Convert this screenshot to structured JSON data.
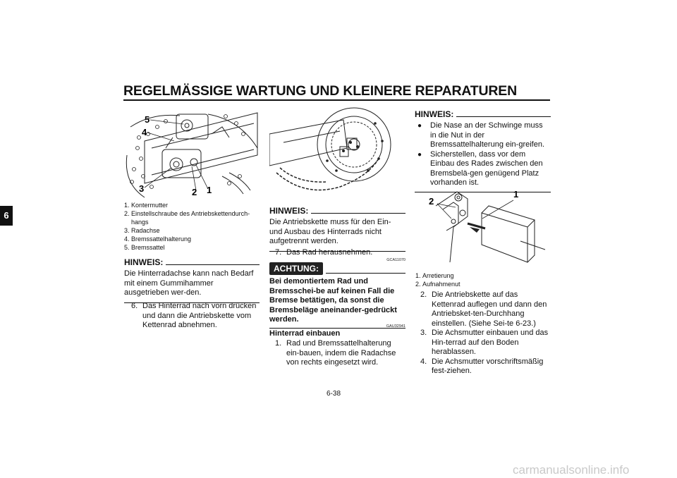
{
  "header": {
    "title": "REGELMÄSSIGE WARTUNG UND KLEINERE REPARATUREN",
    "chapter": "6"
  },
  "figure1": {
    "labels": [
      "5",
      "4",
      "3",
      "2",
      "1"
    ],
    "captions": [
      {
        "n": "1.",
        "t": "Kontermutter"
      },
      {
        "n": "2.",
        "t": "Einstellschraube des Antriebskettendurch-hangs"
      },
      {
        "n": "3.",
        "t": "Radachse"
      },
      {
        "n": "4.",
        "t": "Bremssattelhalterung"
      },
      {
        "n": "5.",
        "t": "Bremssattel"
      }
    ]
  },
  "col1": {
    "hinweis_label": "HINWEIS:",
    "hinweis_text": "Die Hinterradachse kann nach Bedarf mit einem Gummihammer ausgetrieben wer-den.",
    "step6_n": "6.",
    "step6_text": "Das Hinterrad nach vorn drücken und dann die Antriebskette vom Kettenrad abnehmen."
  },
  "col2": {
    "hinweis_label": "HINWEIS:",
    "hinweis_text": "Die Antriebskette muss für den Ein- und Ausbau des Hinterrads nicht aufgetrennt werden.",
    "step7_n": "7.",
    "step7_text": "Das Rad herausnehmen.",
    "code1": "GCA11070",
    "achtung_label": "ACHTUNG:",
    "achtung_text": "Bei demontiertem Rad und Bremsschei-be auf keinen Fall die Bremse betätigen, da sonst die Bremsbeläge aneinander-gedrückt werden.",
    "code2": "GAU32941",
    "section_title": "Hinterrad einbauen",
    "step1_n": "1.",
    "step1_text": "Rad und Bremssattelhalterung ein-bauen, indem die Radachse von rechts eingesetzt wird."
  },
  "col3": {
    "hinweis_label": "HINWEIS:",
    "bullets": [
      "Die Nase an der Schwinge muss in die Nut in der Bremssattelhalterung ein-greifen.",
      "Sicherstellen, dass vor dem Einbau des Rades zwischen den Bremsbelä-gen genügend Platz vorhanden ist."
    ],
    "figure_labels": [
      "2",
      "1"
    ],
    "captions": [
      {
        "n": "1.",
        "t": "Arretierung"
      },
      {
        "n": "2.",
        "t": "Aufnahmenut"
      }
    ],
    "steps": [
      {
        "n": "2.",
        "t": "Die Antriebskette auf das Kettenrad auflegen und dann den Antriebsket-ten-Durchhang einstellen. (Siehe Sei-te 6-23.)"
      },
      {
        "n": "3.",
        "t": "Die Achsmutter einbauen und das Hin-terrad auf den Boden herablassen."
      },
      {
        "n": "4.",
        "t": "Die Achsmutter vorschriftsmäßig fest-ziehen."
      }
    ]
  },
  "footer": {
    "page": "6-38",
    "watermark": "carmanualsonline.info"
  }
}
